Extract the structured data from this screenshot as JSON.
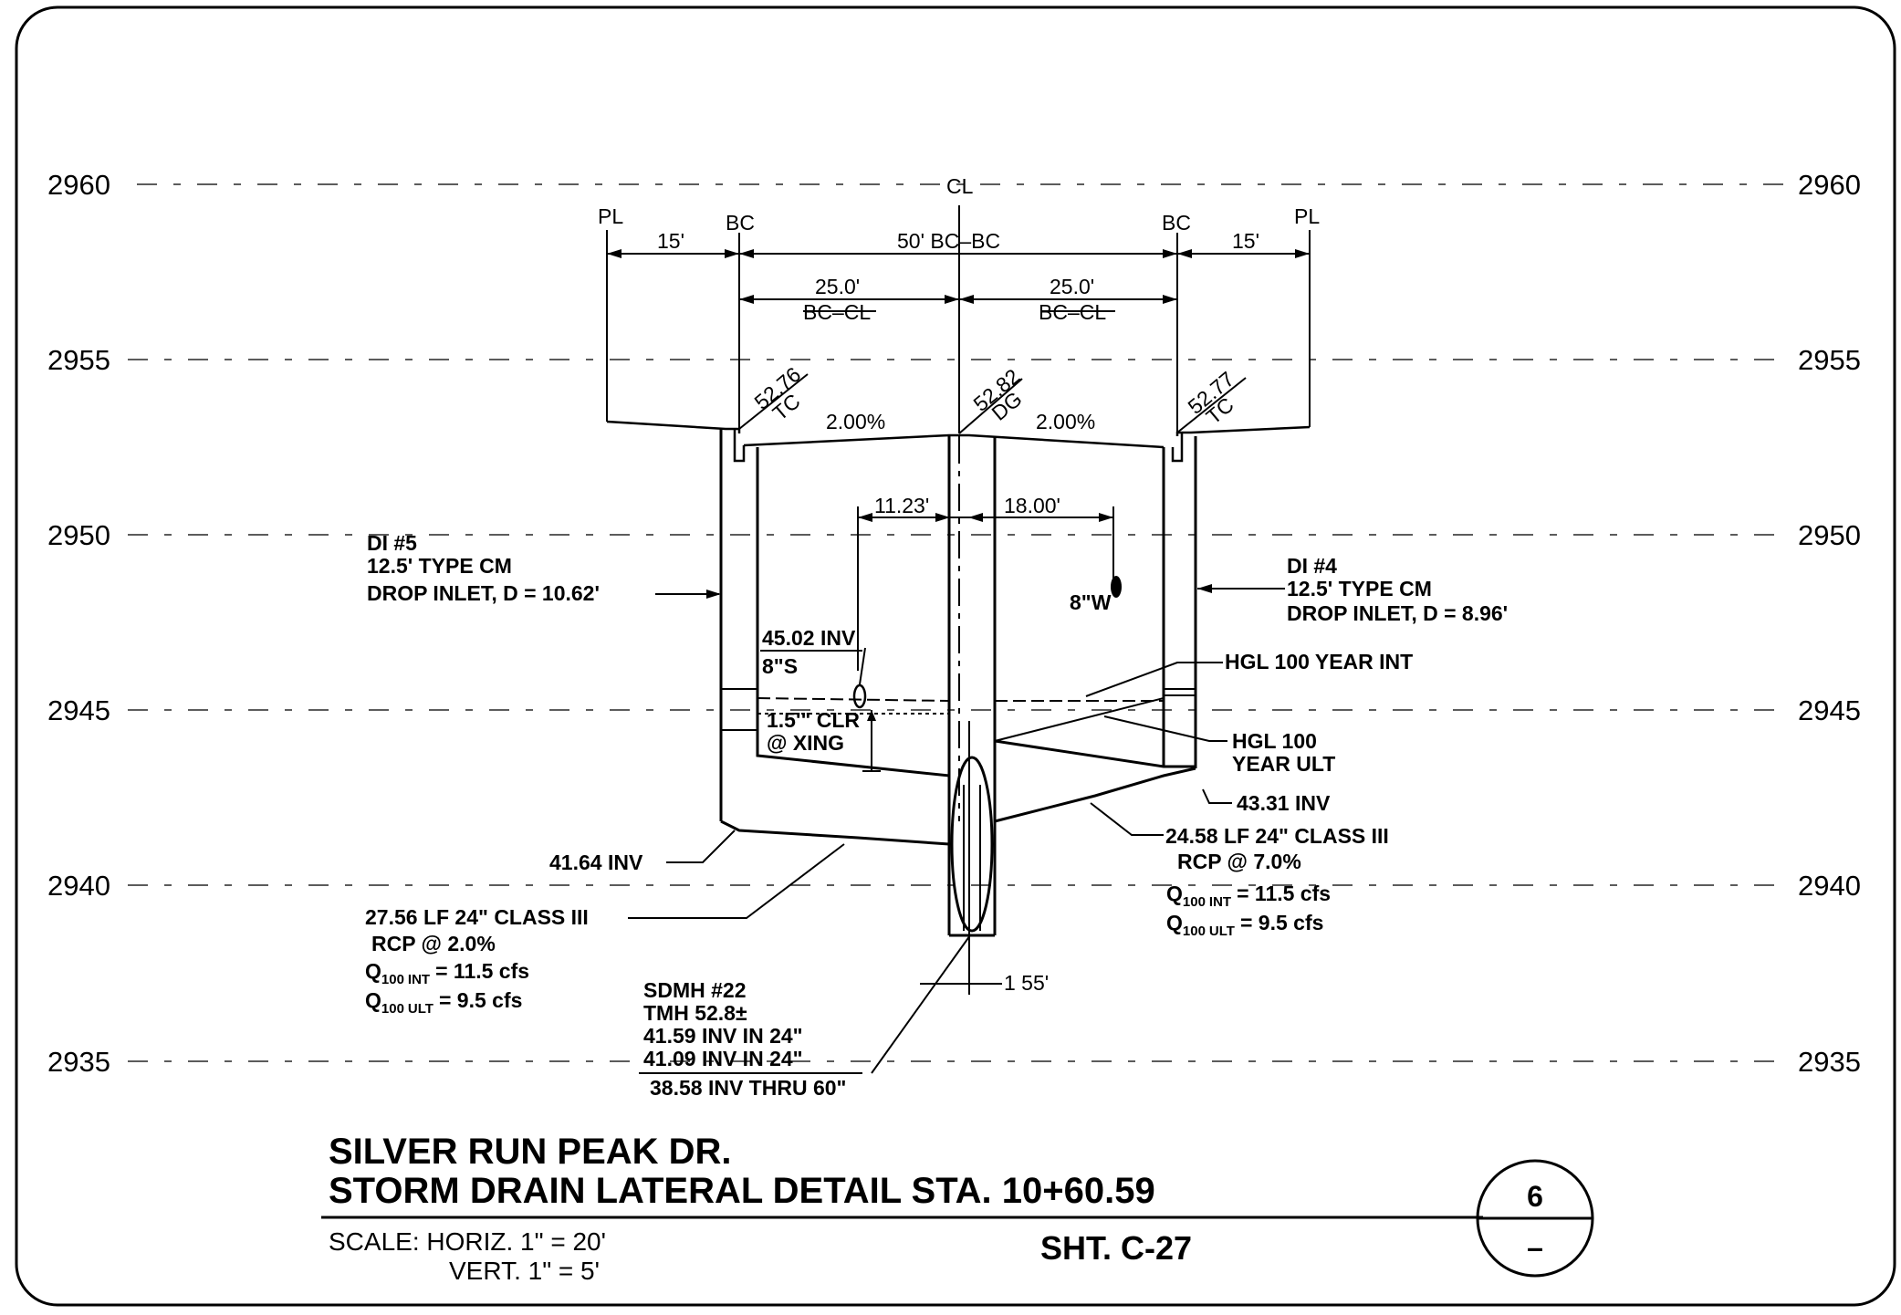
{
  "elevations": {
    "e2960": "2960",
    "e2955": "2955",
    "e2950": "2950",
    "e2945": "2945",
    "e2940": "2940",
    "e2935": "2935"
  },
  "dimensions": {
    "pl": "PL",
    "bc": "BC",
    "cl": "CL",
    "d15": "15'",
    "d50": "50' BC–BC",
    "d25": "25.0'",
    "bccl": "BC–CL",
    "s200": "2.00%",
    "d1123": "11.23'",
    "d1800": "18.00'",
    "d155": "1 55'"
  },
  "grades": {
    "tc_left": "52.76",
    "tc_right": "52.77",
    "tc": "TC",
    "dg_val": "52.82",
    "dg": "DG"
  },
  "notes": {
    "di5_l1": "DI #5",
    "di5_l2": "12.5' TYPE CM",
    "di5_l3": "DROP INLET, D = 10.62'",
    "di4_l1": "DI #4",
    "di4_l2": "12.5' TYPE CM",
    "di4_l3": "DROP INLET, D = 8.96'",
    "inv4502": "45.02 INV",
    "s8": "8\"S",
    "w8": "8\"W",
    "clr1": "1.5'\" CLR",
    "clr2": "@ XING",
    "hgl_int": "HGL 100 YEAR INT",
    "hgl_ult1": "HGL 100",
    "hgl_ult2": "YEAR ULT",
    "inv4331": "43.31 INV",
    "rcp_r1": "24.58 LF 24\" CLASS III",
    "rcp_r2": "RCP @ 7.0%",
    "q": "Q",
    "q100": "100",
    "int": "INT",
    "ult": "ULT",
    "q_r_int": "= 11.5 cfs",
    "q_r_ult": "= 9.5 cfs",
    "inv4164": "41.64 INV",
    "rcp_l1": "27.56 LF 24\" CLASS III",
    "rcp_l2": "RCP @ 2.0%",
    "q_l_int": "= 11.5 cfs",
    "q_l_ult": "= 9.5 cfs",
    "sdmh1": "SDMH #22",
    "sdmh2": "TMH 52.8±",
    "sdmh3": "41.59 INV IN 24\"",
    "sdmh4": "41.09 INV IN 24\"",
    "sdmh5": "38.58 INV THRU 60\""
  },
  "title_block": {
    "line1": "SILVER RUN PEAK DR.",
    "line2": "STORM DRAIN LATERAL DETAIL STA. 10+60.59",
    "scale1": "SCALE: HORIZ. 1\" = 20'",
    "scale2": "VERT. 1\" = 5'",
    "sheet": "SHT. C-27",
    "detail_no": "6",
    "detail_sheet": "–"
  }
}
